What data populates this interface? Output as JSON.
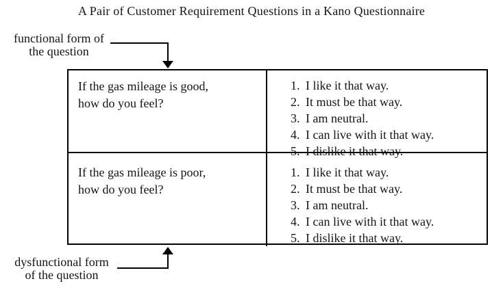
{
  "title": "A Pair of Customer Requirement Questions in a Kano Questionnaire",
  "annotations": {
    "functional": {
      "line1": "functional form of",
      "line2": "the question"
    },
    "dysfunctional": {
      "line1": "dysfunctional form",
      "line2": "of the question"
    }
  },
  "table": {
    "rows": [
      {
        "form": "functional",
        "question_line1": "If the gas mileage is good,",
        "question_line2": "how do you feel?",
        "options": [
          {
            "num": "1.",
            "text": "I like it that way."
          },
          {
            "num": "2.",
            "text": "It must be that way."
          },
          {
            "num": "3.",
            "text": "I am neutral."
          },
          {
            "num": "4.",
            "text": "I can live with it that way."
          },
          {
            "num": "5.",
            "text": "I dislike it that way."
          }
        ]
      },
      {
        "form": "dysfunctional",
        "question_line1": "If the gas mileage is poor,",
        "question_line2": "how do you feel?",
        "options": [
          {
            "num": "1.",
            "text": "I like it that way."
          },
          {
            "num": "2.",
            "text": "It must be that way."
          },
          {
            "num": "3.",
            "text": "I am neutral."
          },
          {
            "num": "4.",
            "text": "I can live with it that way."
          },
          {
            "num": "5.",
            "text": "I dislike it that way."
          }
        ]
      }
    ]
  },
  "colors": {
    "background": "#ffffff",
    "text": "#141414",
    "border": "#000000"
  }
}
